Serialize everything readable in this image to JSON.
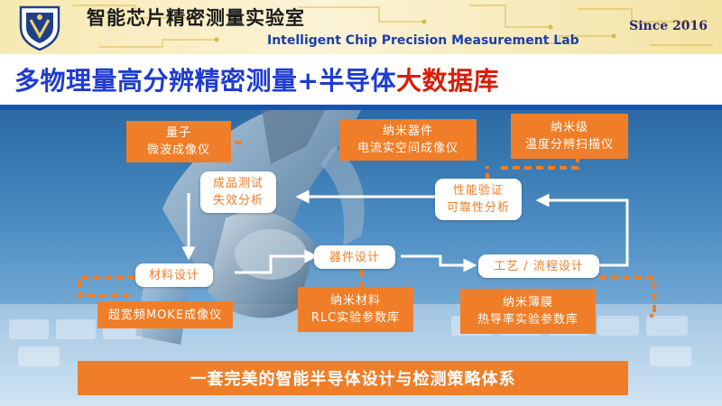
{
  "header": {
    "lab_name_cn": "智能芯片精密测量实验室",
    "lab_name_en": "Intelligent Chip Precision Measurement Lab",
    "since": "Since 2016"
  },
  "title": {
    "main": "多物理量高分辨精密测量+半导体",
    "highlight": "大数据库"
  },
  "nodes": {
    "quantum_microwave": "量子\n微波成像仪",
    "nano_device": "纳米器件\n电流实空间成像仪",
    "nano_temp": "纳米级\n温度分辨扫描仪",
    "product_test": "成品测试\n失效分析",
    "performance": "性能验证\n可靠性分析",
    "material_design": "材料设计",
    "device_design": "器件设计",
    "process_design": "工艺 / 流程设计",
    "moke": "超宽频MOKE成像仪",
    "nano_material": "纳米材料\nRLC实验参数库",
    "nano_film": "纳米薄膜\n热导率实验参数库"
  },
  "banner": "一套完美的智能半导体设计与检测策略体系",
  "colors": {
    "accent_orange": "#f07e28",
    "title_blue": "#1e3cd0",
    "title_red": "#d81e06",
    "header_gold": "#f7e9b2"
  }
}
